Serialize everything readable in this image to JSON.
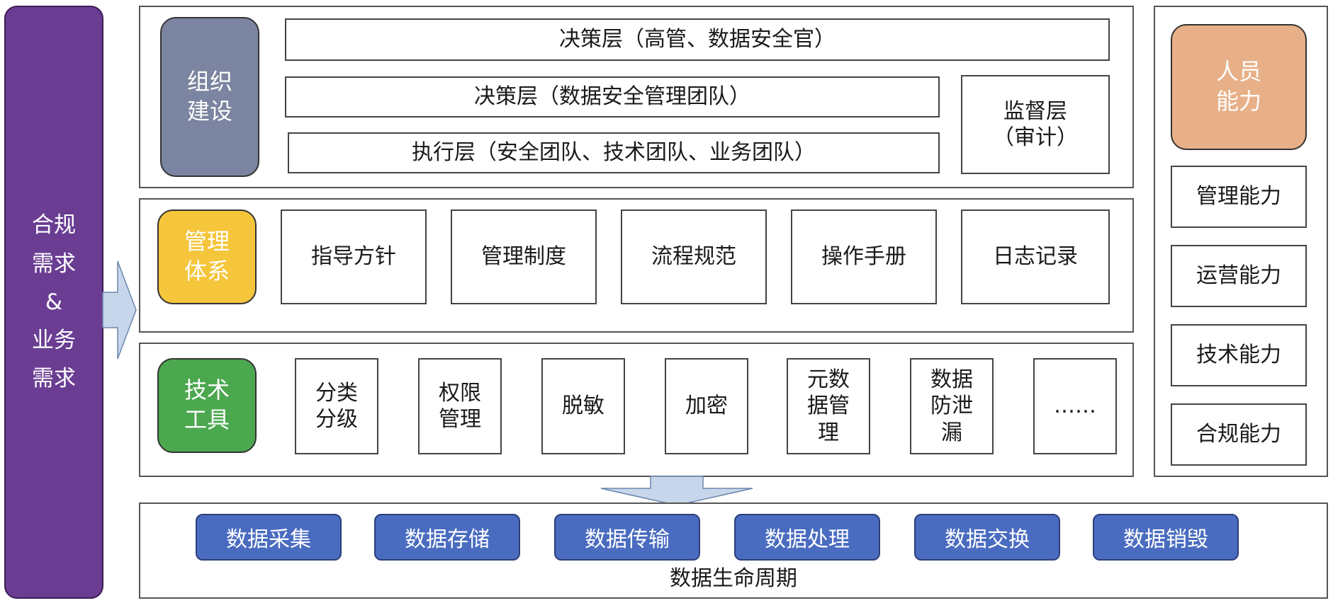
{
  "side": {
    "lines": [
      "合规",
      "需求",
      "&",
      "业务",
      "需求"
    ]
  },
  "org": {
    "label": [
      "组织",
      "建设"
    ],
    "layers": [
      "决策层（高管、数据安全官）",
      "决策层（数据安全管理团队）",
      "执行层（安全团队、技术团队、业务团队）"
    ],
    "supervise": [
      "监督层",
      "（审计）"
    ]
  },
  "mgmt": {
    "label": [
      "管理",
      "体系"
    ],
    "items": [
      "指导方针",
      "管理制度",
      "流程规范",
      "操作手册",
      "日志记录"
    ]
  },
  "tech": {
    "label": [
      "技术",
      "工具"
    ],
    "items": [
      [
        "分类",
        "分级"
      ],
      [
        "权限",
        "管理"
      ],
      [
        "脱敏"
      ],
      [
        "加密"
      ],
      [
        "元数",
        "据管",
        "理"
      ],
      [
        "数据",
        "防泄",
        "漏"
      ],
      [
        "……"
      ]
    ]
  },
  "people": {
    "label": [
      "人员",
      "能力"
    ],
    "items": [
      "管理能力",
      "运营能力",
      "技术能力",
      "合规能力"
    ]
  },
  "lifecycle": {
    "title": "数据生命周期",
    "stages": [
      "数据采集",
      "数据存储",
      "数据传输",
      "数据处理",
      "数据交换",
      "数据销毁"
    ]
  },
  "colors": {
    "side": "#6a3d93",
    "org": "#7b84a0",
    "mgmt": "#f5c53c",
    "tech": "#4ba84f",
    "people": "#e8b088",
    "stage": "#4a6cc0",
    "arrow": "#c7d6ea"
  }
}
